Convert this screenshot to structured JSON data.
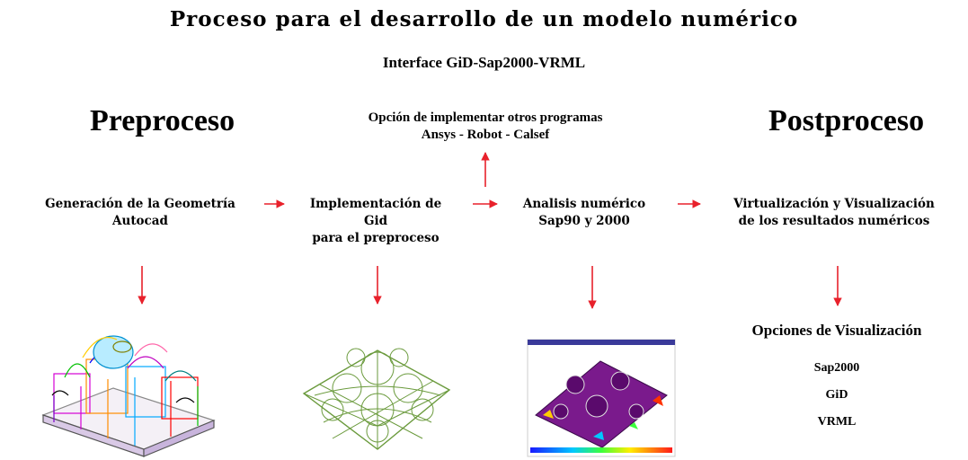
{
  "title": "Proceso para el desarrollo de un modelo numérico",
  "subtitle": "Interface GiD-Sap2000-VRML",
  "preproceso": "Preproceso",
  "postproceso": "Postproceso",
  "option": {
    "line1": "Opción de implementar otros programas",
    "line2": "Ansys - Robot - Calsef"
  },
  "steps": [
    {
      "line1": "Generación de la Geometría",
      "line2": "Autocad"
    },
    {
      "line1": "Implementación de",
      "line2": "Gid",
      "line3": "para el preproceso"
    },
    {
      "line1": "Analisis numérico",
      "line2": "Sap90 y 2000"
    },
    {
      "line1": "Virtualización y Visualización",
      "line2": "de los resultados numéricos"
    }
  ],
  "visualization": {
    "title": "Opciones de Visualización",
    "options": [
      "Sap2000",
      "GiD",
      "VRML"
    ]
  },
  "colors": {
    "arrow": "#e8212b",
    "mesh_green": "#6a9a3c",
    "analysis_purple": "#7a1a8c"
  }
}
